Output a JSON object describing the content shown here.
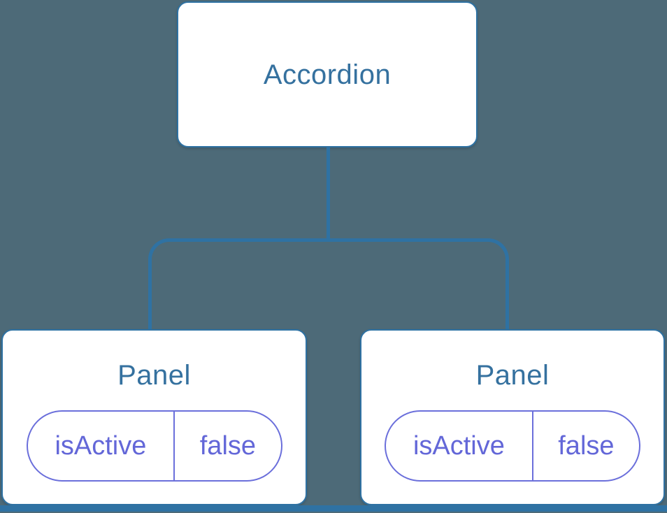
{
  "colors": {
    "bg": "#4D6A78",
    "line": "#2F72A3",
    "title": "#35719F",
    "pillBorder": "#6B6FDB",
    "pillText": "#6367D8"
  },
  "tree": {
    "root": {
      "label": "Accordion"
    },
    "children": [
      {
        "label": "Panel",
        "prop": {
          "name": "isActive",
          "value": "false"
        }
      },
      {
        "label": "Panel",
        "prop": {
          "name": "isActive",
          "value": "false"
        }
      }
    ]
  }
}
